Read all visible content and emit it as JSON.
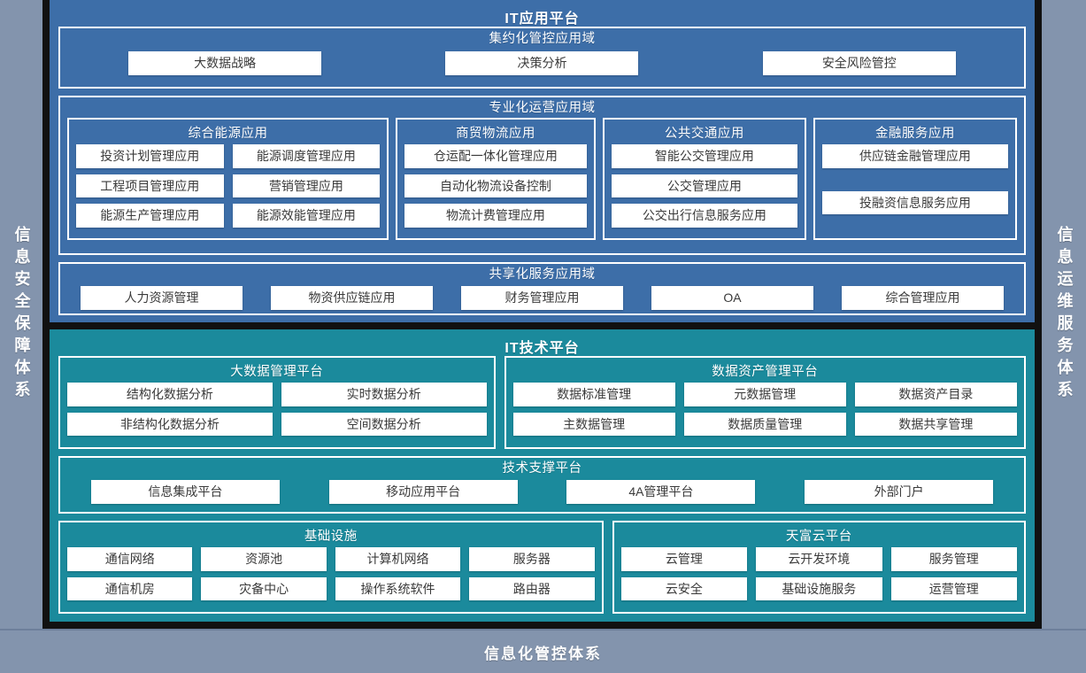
{
  "framework": {
    "left_bar": "信息安全保障体系",
    "right_bar": "信息运维服务体系",
    "bottom_bar": "信息化管控体系"
  },
  "colors": {
    "app_panel": "#3d6ea8",
    "tech_panel": "#1b8a9c",
    "framework_bar": "#8394ad",
    "chip_bg": "#ffffff",
    "outline": "#ffffff",
    "gap": "#111111"
  },
  "app_platform": {
    "title": "IT应用平台",
    "intensive_domain": {
      "title": "集约化管控应用域",
      "items": [
        "大数据战略",
        "决策分析",
        "安全风险管控"
      ]
    },
    "professional_domain": {
      "title": "专业化运营应用域",
      "groups": [
        {
          "title": "综合能源应用",
          "rows": [
            [
              "投资计划管理应用",
              "能源调度管理应用"
            ],
            [
              "工程项目管理应用",
              "营销管理应用"
            ],
            [
              "能源生产管理应用",
              "能源效能管理应用"
            ]
          ]
        },
        {
          "title": "商贸物流应用",
          "rows": [
            [
              "仓运配一体化管理应用"
            ],
            [
              "自动化物流设备控制"
            ],
            [
              "物流计费管理应用"
            ]
          ]
        },
        {
          "title": "公共交通应用",
          "rows": [
            [
              "智能公交管理应用"
            ],
            [
              "公交管理应用"
            ],
            [
              "公交出行信息服务应用"
            ]
          ]
        },
        {
          "title": "金融服务应用",
          "rows": [
            [
              "供应链金融管理应用"
            ],
            [
              ""
            ],
            [
              "投融资信息服务应用"
            ]
          ]
        }
      ]
    },
    "shared_domain": {
      "title": "共享化服务应用域",
      "items": [
        "人力资源管理",
        "物资供应链应用",
        "财务管理应用",
        "OA",
        "综合管理应用"
      ]
    }
  },
  "tech_platform": {
    "title": "IT技术平台",
    "big_data": {
      "title": "大数据管理平台",
      "rows": [
        [
          "结构化数据分析",
          "实时数据分析"
        ],
        [
          "非结构化数据分析",
          "空间数据分析"
        ]
      ]
    },
    "data_asset": {
      "title": "数据资产管理平台",
      "rows": [
        [
          "数据标准管理",
          "元数据管理",
          "数据资产目录"
        ],
        [
          "主数据管理",
          "数据质量管理",
          "数据共享管理"
        ]
      ]
    },
    "support": {
      "title": "技术支撑平台",
      "items": [
        "信息集成平台",
        "移动应用平台",
        "4A管理平台",
        "外部门户"
      ]
    },
    "infrastructure": {
      "title": "基础设施",
      "rows": [
        [
          "通信网络",
          "资源池",
          "计算机网络",
          "服务器"
        ],
        [
          "通信机房",
          "灾备中心",
          "操作系统软件",
          "路由器"
        ]
      ]
    },
    "cloud": {
      "title": "天富云平台",
      "rows": [
        [
          "云管理",
          "云开发环境",
          "服务管理"
        ],
        [
          "云安全",
          "基础设施服务",
          "运营管理"
        ]
      ]
    }
  }
}
